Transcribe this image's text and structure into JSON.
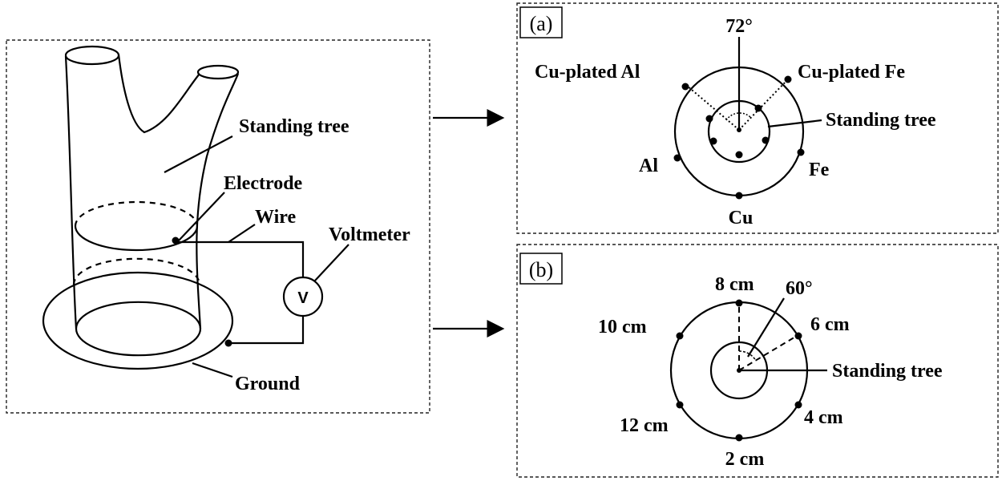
{
  "setup": {
    "standing_tree": "Standing tree",
    "electrode": "Electrode",
    "wire": "Wire",
    "voltmeter": "Voltmeter",
    "voltmeter_symbol": "V",
    "ground": "Ground"
  },
  "panel_a": {
    "tag": "(a)",
    "angle": "72°",
    "cu_plated_al": "Cu-plated Al",
    "cu_plated_fe": "Cu-plated Fe",
    "standing_tree": "Standing tree",
    "al": "Al",
    "fe": "Fe",
    "cu": "Cu"
  },
  "panel_b": {
    "tag": "(b)",
    "angle": "60°",
    "d8": "8 cm",
    "d6": "6 cm",
    "d10": "10 cm",
    "standing_tree": "Standing tree",
    "d12": "12 cm",
    "d4": "4 cm",
    "d2": "2 cm"
  }
}
